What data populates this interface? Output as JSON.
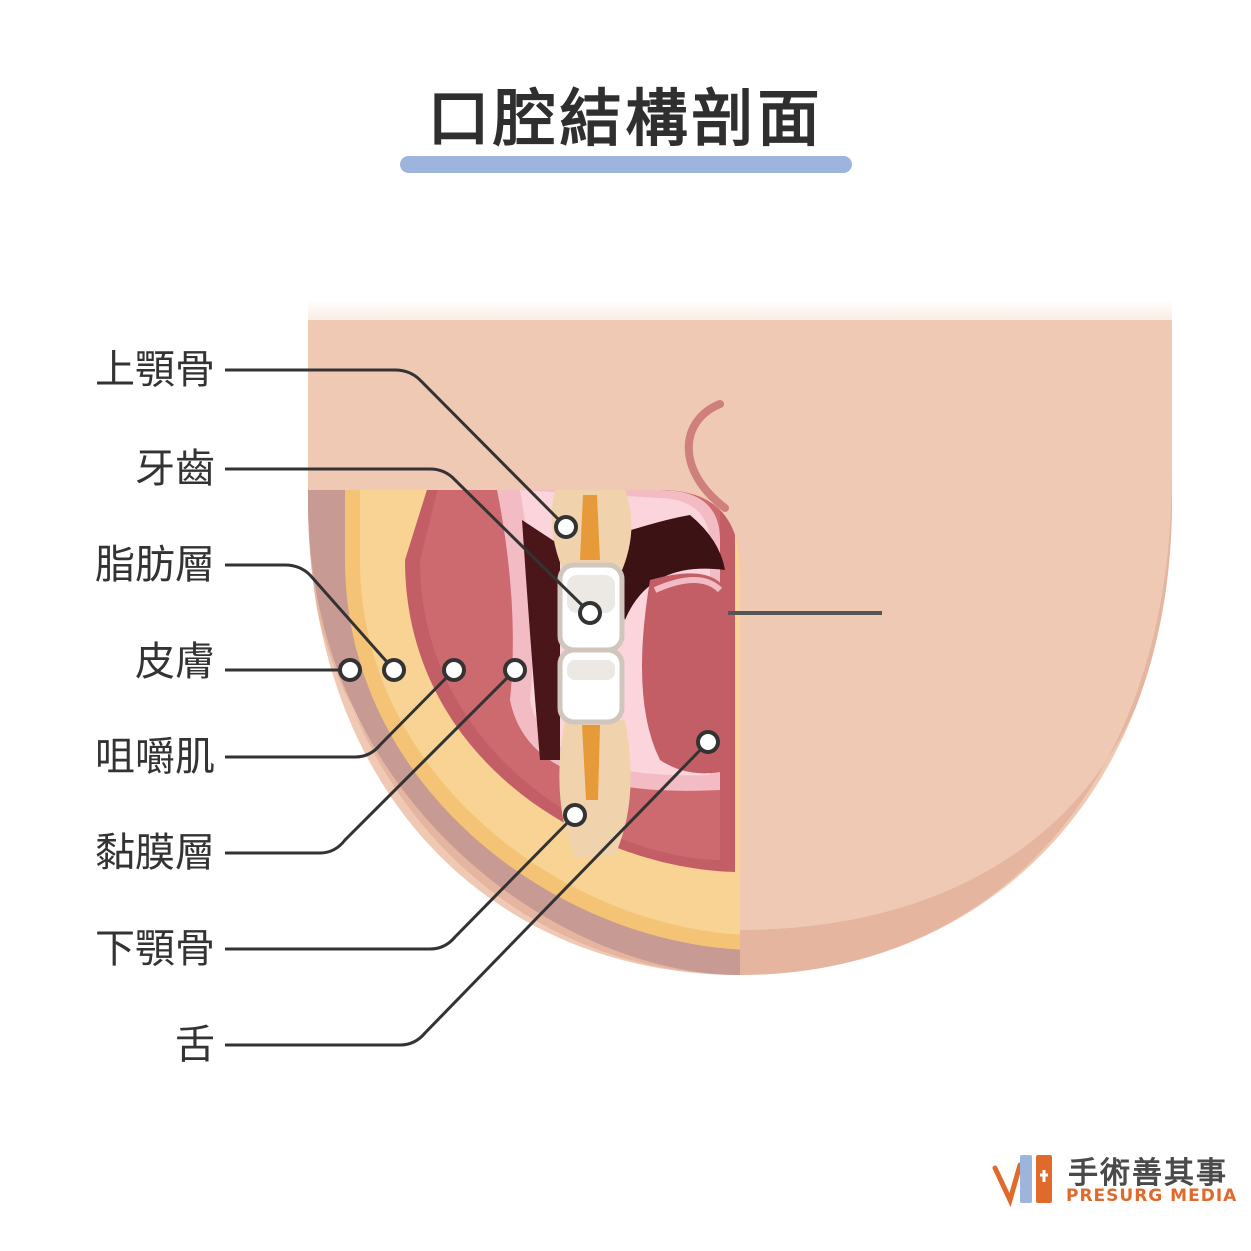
{
  "title": "口腔結構剖面",
  "labels": [
    "上顎骨",
    "牙齒",
    "脂肪層",
    "皮膚",
    "咀嚼肌",
    "黏膜層",
    "下顎骨",
    "舌"
  ],
  "brand": {
    "name_cn": "手術善其事",
    "name_en": "PRESURG MEDIA"
  },
  "colors": {
    "accent_bar": "#9db5dd",
    "skin": "#efc9b4",
    "fat": "#f7c97a",
    "muscle": "#c85f68",
    "brand_orange": "#e06a2c"
  }
}
